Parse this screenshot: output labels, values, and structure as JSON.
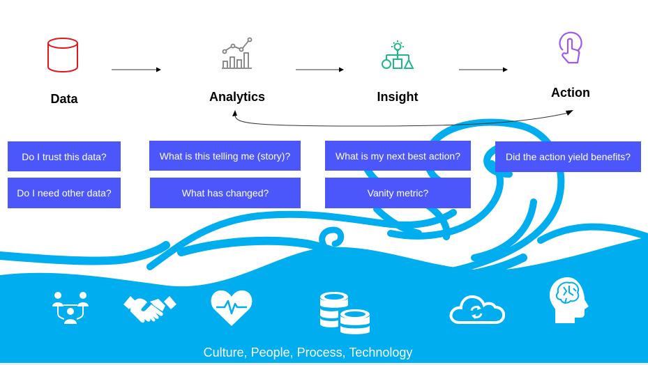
{
  "colors": {
    "wave": "#00adee",
    "question_box": "#4b56fb",
    "question_text": "#ffffff",
    "data_icon": "#e0181b",
    "analytics_icon": "#7f7f7f",
    "insight_icon": "#1dba84",
    "action_icon": "#9b59f0",
    "arrow": "#000000"
  },
  "stages": [
    {
      "id": "data",
      "label": "Data",
      "icon": "database-cylinder-icon"
    },
    {
      "id": "analytics",
      "label": "Analytics",
      "icon": "chart-trend-icon"
    },
    {
      "id": "insight",
      "label": "Insight",
      "icon": "lightbulb-hierarchy-icon"
    },
    {
      "id": "action",
      "label": "Action",
      "icon": "touch-finger-icon"
    }
  ],
  "questions": {
    "data": [
      "Do I trust this data?",
      "Do I need other data?"
    ],
    "analytics": [
      "What is this telling me (story)?",
      "What has changed?"
    ],
    "insight": [
      "What is my next best action?",
      "Vanity metric?"
    ],
    "action": [
      "Did the action yield benefits?"
    ]
  },
  "feedback_loop": {
    "from": "Action",
    "to": "Analytics"
  },
  "foundation_icons": [
    "people-network-icon",
    "handshake-icon",
    "heart-pulse-icon",
    "coins-stack-icon",
    "cloud-sync-icon",
    "brain-head-icon"
  ],
  "footer_text": "Culture, People, Process, Technology"
}
